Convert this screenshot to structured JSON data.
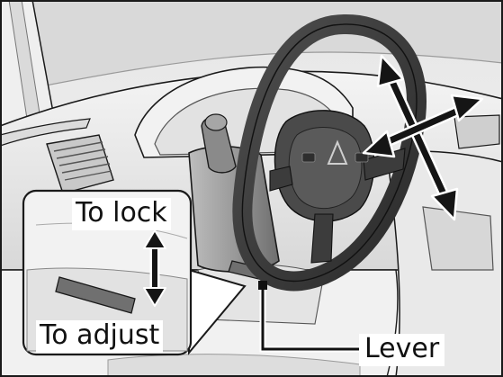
{
  "labels": {
    "to_lock": "To lock",
    "to_adjust": "To adjust",
    "lever": "Lever"
  },
  "colors": {
    "line": "#1a1a1a",
    "interior_light": "#efefef",
    "interior_mid": "#d4d4d4",
    "interior_dark": "#8e8e8e",
    "wheel": "#3a3a3a",
    "arrow": "#151515",
    "arrow_outline": "#ffffff"
  }
}
